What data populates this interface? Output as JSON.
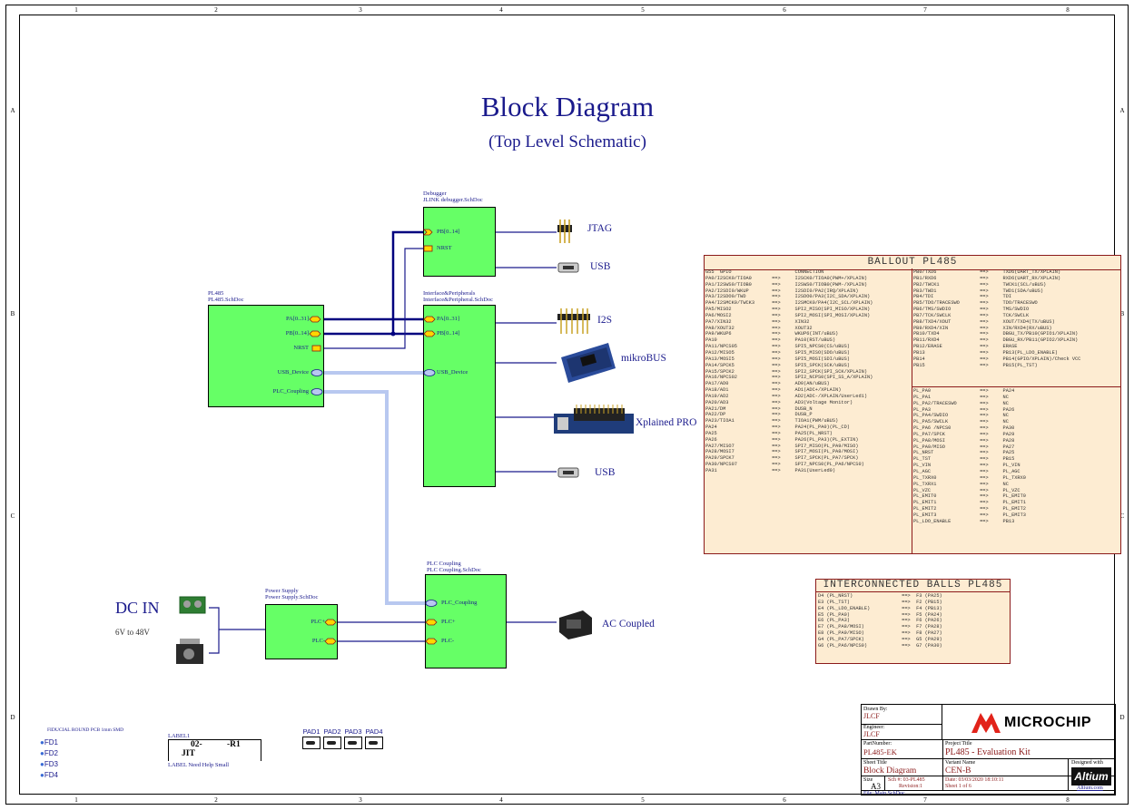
{
  "title": "Block Diagram",
  "subtitle": "(Top Level Schematic)",
  "zones": {
    "cols": [
      "1",
      "2",
      "3",
      "4",
      "5",
      "6",
      "7",
      "8"
    ],
    "rows": [
      "A",
      "B",
      "C",
      "D"
    ]
  },
  "blocks": {
    "debugger": {
      "name": "Debugger",
      "file": "JLINK debugger.SchDoc",
      "ports": [
        "PB[0..14]",
        "NRST"
      ]
    },
    "pl485": {
      "name": "PL485",
      "file": "PL485.SchDoc",
      "ports": [
        "PA[0..31]",
        "PB[0..14]",
        "NRST",
        "USB_Device",
        "PLC_Coupling"
      ]
    },
    "interface": {
      "name": "Interface&Peripherals",
      "file": "Interface&Peripheral.SchDoc",
      "ports": [
        "PA[0..31]",
        "PB[0..14]",
        "USB_Device"
      ]
    },
    "power": {
      "name": "Power Supply",
      "file": "Power Supply.SchDoc",
      "ports": [
        "PLC+",
        "PLC-"
      ]
    },
    "plc": {
      "name": "PLC Coupling",
      "file": "PLC Coupling.SchDoc",
      "ports": [
        "PLC_Coupling",
        "PLC+",
        "PLC-"
      ]
    }
  },
  "components": {
    "jtag": "JTAG",
    "usb1": "USB",
    "i2s": "I2S",
    "mikrobus": "mikroBUS",
    "xplained": "Xplained PRO",
    "usb2": "USB",
    "ac": "AC Coupled",
    "dcin": "DC IN",
    "dcrange": "6V to 48V"
  },
  "ballout": {
    "title": "BALLOUT PL485",
    "left_rows": [
      "G55  GPIO                      CONNECTION",
      "PA0/I2SCK0/TIOA0       ==>     I2SCK0/TIOA0(PWM+/XPLAIN)",
      "PA1/I2SWS0/TIOB0       ==>     I2SWS0/TIOB0(PWM-/XPLAIN)",
      "PA2/I2SDI0/WKUP        ==>     I2SDI0/PA2(IRQ/XPLAIN)",
      "PA3/I2SDO0/TWD         ==>     I2SDO0/PA3(I2C_SDA/XPLAIN)",
      "PA4/I2SMCK0/TWCK3      ==>     I2SMCK0/PA4(I2C_SCL/XPLAIN)",
      "PA5/MISO2              ==>     SPI2_MISO(SPI_MISO/XPLAIN)",
      "PA6/MOSI2              ==>     SPI2_MOSI(SPI_MOSI/XPLAIN)",
      "PA7/XIN32              ==>     XIN32",
      "PA8/XOUT32             ==>     XOUT32",
      "PA9/WKUP6              ==>     WKUP6(INT/uBUS)",
      "PA10                   ==>     PA10(RST/uBUS)",
      "PA11/NPCS05            ==>     SPI5_NPCS0(CS/uBUS)",
      "PA12/MISO5             ==>     SPI5_MISO(SDO/uBUS)",
      "PA13/MOSI5             ==>     SPI5_MOSI(SDI/uBUS)",
      "PA14/SPCK5             ==>     SPI5_SPCK(SCK/uBUS)",
      "PA15/SPCK2             ==>     SPI2_SPCK(SPI_SCK/XPLAIN)",
      "PA16/NPCS02            ==>     SPI2_NCPS0(SPI_SS_A/XPLAIN)",
      "PA17/AD0               ==>     AD0(AN/uBUS)",
      "PA18/AD1               ==>     AD1(ADC+/XPLAIN)",
      "PA19/AD2               ==>     AD2(ADC-/XPLAIN/UserLed1)",
      "PA20/AD3               ==>     AD3(Voltage Monitor)",
      "PA21/DM                ==>     DUSB_N",
      "PA22/DP                ==>     DUSB_P",
      "PA23/TIOA1             ==>     TIOA1(PWM/uBUS)",
      "PA24                   ==>     PA24(PL_PA0)(PL_CD)",
      "PA25                   ==>     PA25(PL_NRST)",
      "PA26                   ==>     PA26(PL_PA3)(PL_EXTIN)",
      "PA27/MISO7             ==>     SPI7_MISO(PL_PA9/MISO)",
      "PA28/MOSI7             ==>     SPI7_MOSI(PL_PA8/MOSI)",
      "PA29/SPCK7             ==>     SPI7_SPCK(PL_PA7/SPCK)",
      "PA30/NPCS07            ==>     SPI7_NPCS0(PL_PA6/NPCS0)",
      "PA31                   ==>     PA31(UserLed0)"
    ],
    "right_top_rows": [
      "PB0/TXD6               ==>     TXD6(UART_TX/XPLAIN)",
      "PB1/RXD6               ==>     RXD6(UART_RX/XPLAIN)",
      "PB2/TWCK1              ==>     TWCK1(SCL/uBUS)",
      "PB3/TWD1               ==>     TWD1(SDA/uBUS)",
      "PB4/TDI                ==>     TDI",
      "PB5/TDO/TRACESWO       ==>     TDO/TRACESWO",
      "PB6/TMS/SWDIO          ==>     TMS/SWDIO",
      "PB7/TCK/SWCLK          ==>     TCK/SWCLK",
      "PB8/TXD4/XOUT          ==>     XOUT/TXD4(TX/uBUS)",
      "PB9/RXD4/XIN           ==>     XIN/RXD4(RX/uBUS)",
      "PB10/TXD4              ==>     DBGU_TX/PB10(GPIO1/XPLAIN)",
      "PB11/RXD4              ==>     DBGU_RX/PB11(GPIO2/XPLAIN)",
      "PB12/ERASE             ==>     ERASE",
      "PB13                   ==>     PB13(PL_LDO_ENABLE)",
      "PB14                   ==>     PB14(GPIO/XPLAIN)/Check VCC",
      "PB15                   ==>     PB15(PL_TST)"
    ],
    "right_bottom_rows": [
      "PL_PA0                 ==>     PA24",
      "PL_PA1                 ==>     NC",
      "PL_PA2/TRACESWO        ==>     NC",
      "PL_PA3                 ==>     PA26",
      "PL_PA4/SWDIO           ==>     NC",
      "PL_PA5/SWCLK           ==>     NC",
      "PL_PA6 /NPCS0          ==>     PA30",
      "PL_PA7/SPCK            ==>     PA29",
      "PL_PA8/MOSI            ==>     PA28",
      "PL_PA9/MISO            ==>     PA27",
      "PL_NRST                ==>     PA25",
      "PL_TST                 ==>     PB15",
      "PL_VIN                 ==>     PL_VIN",
      "PL_AGC                 ==>     PL_AGC",
      "PL_TXRX0               ==>     PL_TXRX0",
      "PL_TXRX1               ==>     NC",
      "PL_VZC                 ==>     PL_VZC",
      "PL_EMIT0               ==>     PL_EMIT0",
      "PL_EMIT1               ==>     PL_EMIT1",
      "PL_EMIT2               ==>     PL_EMIT2",
      "PL_EMIT3               ==>     PL_EMIT3",
      "PL_LDO_ENABLE          ==>     PB13"
    ]
  },
  "interconnect": {
    "title": "INTERCONNECTED BALLS PL485",
    "rows": [
      "D4 (PL_NRST)                 ==>  F3 (PA25)",
      "E3 (PL_TST)                  ==>  F2 (PB15)",
      "E4 (PL_LDO_ENABLE)           ==>  F4 (PB13)",
      "E5 (PL_PA0)                  ==>  F5 (PA24)",
      "E6 (PL_PA3)                  ==>  F6 (PA26)",
      "E7 (PL_PA8/MOSI)             ==>  F7 (PA28)",
      "E8 (PL_PA9/MISO)             ==>  F8 (PA27)",
      "G4 (PL_PA7/SPCK)             ==>  G5 (PA29)",
      "G6 (PL_PA6/NPCS0)            ==>  G7 (PA30)"
    ]
  },
  "fiducials": {
    "header": "FIDUCIAL ROUND PCB 1mm SMD",
    "items": [
      "FD1",
      "FD2",
      "FD3",
      "FD4"
    ]
  },
  "label_box": {
    "designator": "LABEL1",
    "line1a": "02-",
    "line1b": "-R1",
    "line2": "JIT",
    "caption": "LABEL Need Help Small"
  },
  "pads": [
    "PAD1",
    "PAD2",
    "PAD3",
    "PAD4"
  ],
  "title_block": {
    "drawn_by_label": "Drawn By:",
    "drawn_by": "JLCF",
    "engineer_label": "Engineer:",
    "engineer": "JLCF",
    "part_label": "PartNumber:",
    "part": "PL485-EK",
    "project_label": "Project Title",
    "project": "PL485 - Evaluation Kit",
    "sheet_title_label": "Sheet Title",
    "sheet_title": "Block Diagram",
    "variant_label": "Variant Name",
    "variant": "CEN-B",
    "designed_with": "Designed with",
    "size_label": "Size",
    "size": "A3",
    "sch": "Sch #: 03-PL485",
    "revision": "Revision:1",
    "date": "Date:  03/03/2020 18:10:11",
    "sheet": "Sheet  1 of 6",
    "file": "File: Main.SchDoc",
    "altium_url": "Altium.com",
    "altium_logo": "Altium",
    "microchip_logo": "MICROCHIP"
  },
  "colors": {
    "block_fill": "#66ff66",
    "wire": "#1a1a8c",
    "bus": "#00007f",
    "usb_bus": "#b8c8f0",
    "ballout_bg": "#fdecd2",
    "ballout_border": "#8b1a1a",
    "microchip_red": "#e2231a"
  }
}
